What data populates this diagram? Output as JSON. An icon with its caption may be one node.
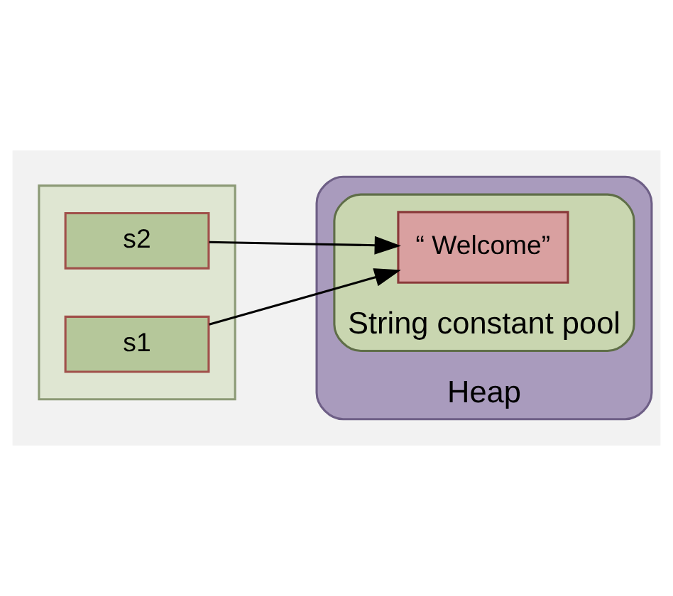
{
  "diagram": {
    "nodes": [
      {
        "text": [],
        "shape": "box"
      },
      {
        "text": [
          "s2"
        ],
        "in": 0
      },
      {
        "text": [
          "s1"
        ],
        "in": 0
      },
      {
        "text": [
          "Heap"
        ]
      },
      {
        "text": [
          "String constant pool"
        ],
        "in": 3
      },
      {
        "text": [
          "“ Welcome”"
        ],
        "in": 4
      }
    ],
    "edges": [
      {
        "from": 1,
        "to": 5,
        "arrow": "to"
      },
      {
        "from": 2,
        "to": 5,
        "arrow": "to"
      }
    ]
  }
}
